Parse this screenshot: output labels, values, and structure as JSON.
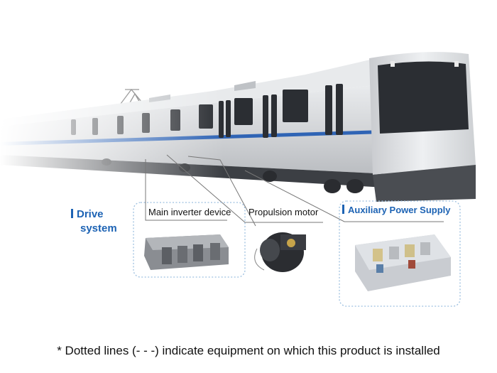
{
  "labels": {
    "drive_system": [
      "Drive",
      "system"
    ],
    "main_inverter": "Main inverter device",
    "propulsion_motor": "Propulsion motor",
    "auxiliary_power_supply": "Auxiliary Power Supply"
  },
  "caption": "* Dotted lines (- - -) indicate equipment on which this product is installed",
  "colors": {
    "accent_blue": "#1d63b4",
    "train_body": "#d9dadc",
    "train_stripe": "#2f64b5",
    "window": "#2b2e33",
    "dotted_box": "#9dc0e0"
  }
}
